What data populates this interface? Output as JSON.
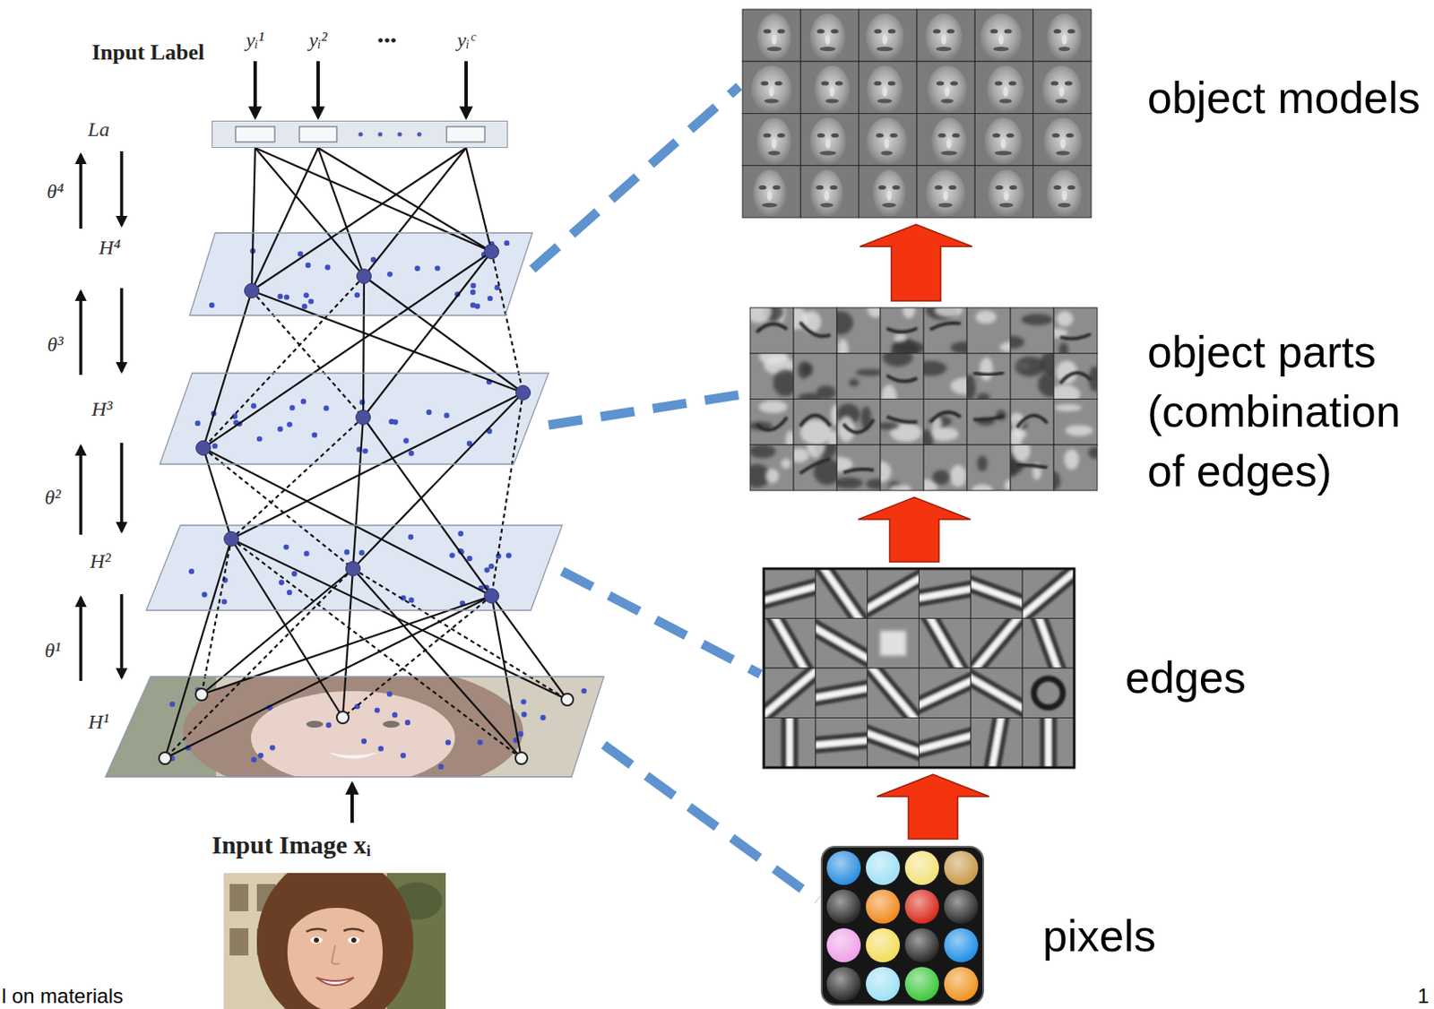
{
  "diagram": {
    "nodes": [
      {
        "text": [
          "Input Label"
        ]
      },
      {
        "text": [
          "H⁴"
        ]
      },
      {
        "text": [
          "H³"
        ]
      },
      {
        "text": [
          "H²"
        ]
      },
      {
        "text": [
          "H¹"
        ]
      },
      {
        "text": [
          "object models"
        ]
      },
      {
        "text": [
          "object parts (combination of edges)"
        ]
      },
      {
        "text": [
          "edges"
        ]
      },
      {
        "text": [
          "pixels"
        ]
      }
    ],
    "edges": [
      {
        "from": 1,
        "to": 5,
        "arrow": "none"
      },
      {
        "from": 2,
        "to": 6,
        "arrow": "none"
      },
      {
        "from": 3,
        "to": 7,
        "arrow": "none"
      },
      {
        "from": 4,
        "to": 8,
        "arrow": "none"
      },
      {
        "from": 8,
        "to": 7,
        "arrow": "to"
      },
      {
        "from": 7,
        "to": 6,
        "arrow": "to"
      },
      {
        "from": 6,
        "to": 5,
        "arrow": "to"
      }
    ],
    "labels": [
      "yᵢ¹",
      "yᵢ²",
      "•••",
      "yᵢᶜ",
      "La",
      "θ⁴",
      "θ³",
      "θ²",
      "θ¹",
      "Input Image xᵢ",
      "l on materials",
      "1"
    ]
  }
}
